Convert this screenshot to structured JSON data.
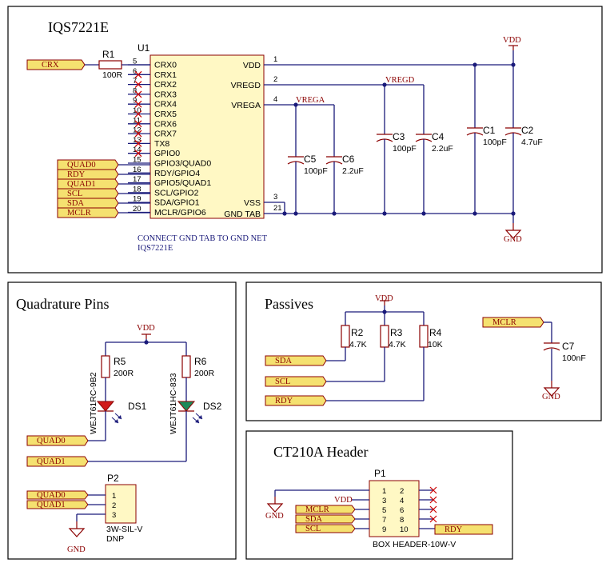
{
  "sections": {
    "main": "IQS7221E",
    "quadrature": "Quadrature Pins",
    "passives": "Passives",
    "header": "CT210A Header"
  },
  "u1": {
    "designator": "U1",
    "left_pins": [
      {
        "num": "5",
        "name": "CRX0"
      },
      {
        "num": "6",
        "name": "CRX1"
      },
      {
        "num": "7",
        "name": "CRX2"
      },
      {
        "num": "8",
        "name": "CRX3"
      },
      {
        "num": "9",
        "name": "CRX4"
      },
      {
        "num": "10",
        "name": "CRX5"
      },
      {
        "num": "11",
        "name": "CRX6"
      },
      {
        "num": "12",
        "name": "CRX7"
      },
      {
        "num": "13",
        "name": "TX8"
      },
      {
        "num": "14",
        "name": "GPIO0"
      },
      {
        "num": "15",
        "name": "GPIO3/QUAD0"
      },
      {
        "num": "16",
        "name": "RDY/GPIO4"
      },
      {
        "num": "17",
        "name": "GPIO5/QUAD1"
      },
      {
        "num": "18",
        "name": "SCL/GPIO2"
      },
      {
        "num": "19",
        "name": "SDA/GPIO1"
      },
      {
        "num": "20",
        "name": "MCLR/GPIO6"
      }
    ],
    "right_pins": [
      {
        "num": "1",
        "name": "VDD"
      },
      {
        "num": "2",
        "name": "VREGD"
      },
      {
        "num": "4",
        "name": "VREGA"
      },
      {
        "num": "3",
        "name": "VSS"
      },
      {
        "num": "21",
        "name": "GND TAB"
      }
    ],
    "note_line1": "CONNECT  GND TAB TO GND NET",
    "note_line2": "IQS7221E"
  },
  "ports": {
    "crx": "CRX",
    "quad0": "QUAD0",
    "rdy": "RDY",
    "quad1": "QUAD1",
    "scl": "SCL",
    "sda": "SDA",
    "mclr": "MCLR"
  },
  "nets": {
    "vdd": "VDD",
    "gnd": "GND",
    "vregd": "VREGD",
    "vrega": "VREGA"
  },
  "r1": {
    "designator": "R1",
    "value": "100R"
  },
  "caps_main": [
    {
      "designator": "C5",
      "value": "100pF"
    },
    {
      "designator": "C6",
      "value": "2.2uF"
    },
    {
      "designator": "C3",
      "value": "100pF"
    },
    {
      "designator": "C4",
      "value": "2.2uF"
    },
    {
      "designator": "C1",
      "value": "100pF"
    },
    {
      "designator": "C2",
      "value": "4.7uF"
    }
  ],
  "quad": {
    "r5": {
      "designator": "R5",
      "value": "200R"
    },
    "r6": {
      "designator": "R6",
      "value": "200R"
    },
    "ds1": {
      "designator": "DS1",
      "part": "WEJT61RC-9B2"
    },
    "ds2": {
      "designator": "DS2",
      "part": "WEJT61HC-833"
    },
    "p2": {
      "designator": "P2",
      "pins": [
        "1",
        "2",
        "3"
      ],
      "part": "3W-SIL-V",
      "note": "DNP"
    }
  },
  "passives": {
    "r2": {
      "designator": "R2",
      "value": "4.7K"
    },
    "r3": {
      "designator": "R3",
      "value": "4.7K"
    },
    "r4": {
      "designator": "R4",
      "value": "10K"
    },
    "c7": {
      "designator": "C7",
      "value": "100nF"
    }
  },
  "header": {
    "designator": "P1",
    "pins_left": [
      "1",
      "3",
      "5",
      "7",
      "9"
    ],
    "pins_right": [
      "2",
      "4",
      "6",
      "8",
      "10"
    ],
    "part": "BOX HEADER-10W-V"
  },
  "colors": {
    "wire": "#1a1a7a",
    "component": "#8b0000",
    "ic_fill": "#fff8c4",
    "port_fill": "#f5e170",
    "no_connect": "#cc0000",
    "led_red": "#d11a1a",
    "led_green": "#1a8a5a"
  }
}
